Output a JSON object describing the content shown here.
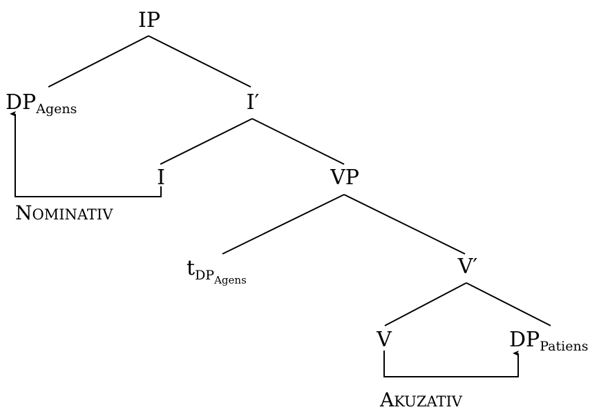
{
  "tree": {
    "ip": "IP",
    "dp_agens": {
      "base": "DP",
      "sub": "Agens"
    },
    "i_bar": "I′",
    "i": "I",
    "vp": "VP",
    "trace": {
      "base": "t",
      "sub": "DP",
      "subsub": "Agens"
    },
    "v_bar": "V′",
    "v": "V",
    "dp_patiens": {
      "base": "DP",
      "sub": "Patiens"
    }
  },
  "cases": {
    "nominativ": {
      "initial": "N",
      "rest": "OMINATIV"
    },
    "akuzativ": {
      "initial": "A",
      "rest": "KUZATIV"
    }
  }
}
